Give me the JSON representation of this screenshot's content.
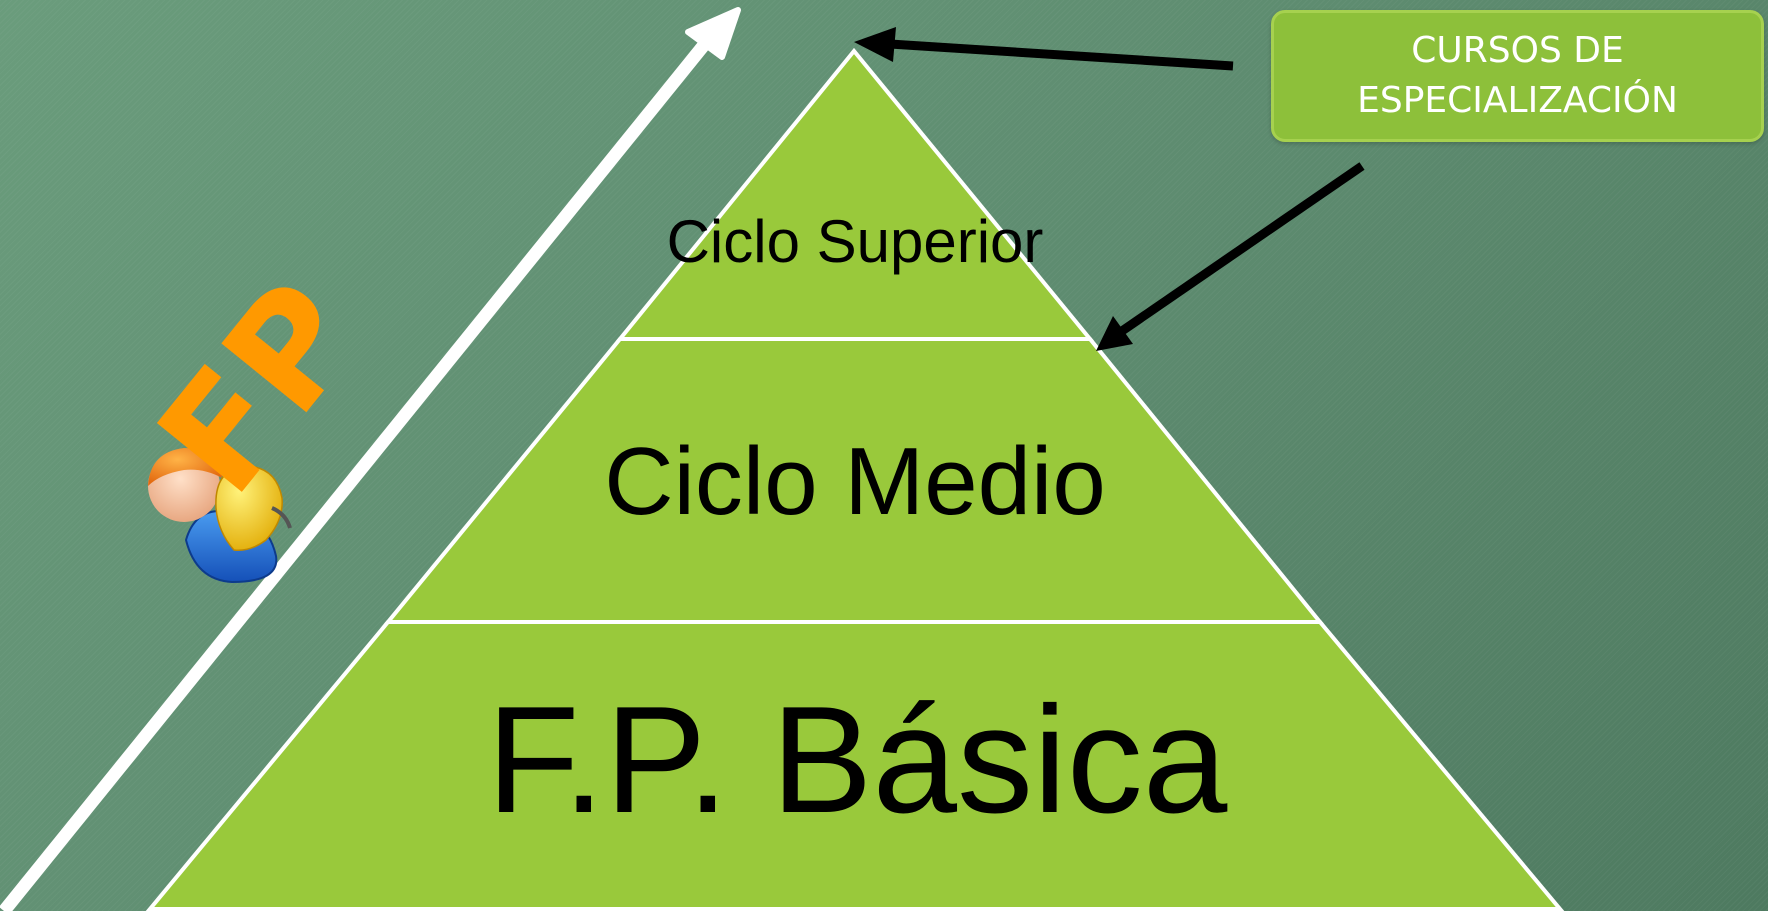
{
  "diagram": {
    "tiers": [
      {
        "label": "Ciclo Superior"
      },
      {
        "label": "Ciclo Medio"
      },
      {
        "label": "F.P. Básica"
      }
    ],
    "callout": {
      "line1": "CURSOS DE",
      "line2": "ESPECIALIZACIÓN"
    },
    "logo": {
      "text": "FP",
      "icon": "worker-with-hardhat-icon"
    },
    "colors": {
      "pyramid_fill": "#99c93b",
      "callout_fill": "#8dc03a",
      "logo_orange": "#ff9900",
      "arrow_white": "#ffffff",
      "arrow_black": "#000000"
    }
  }
}
